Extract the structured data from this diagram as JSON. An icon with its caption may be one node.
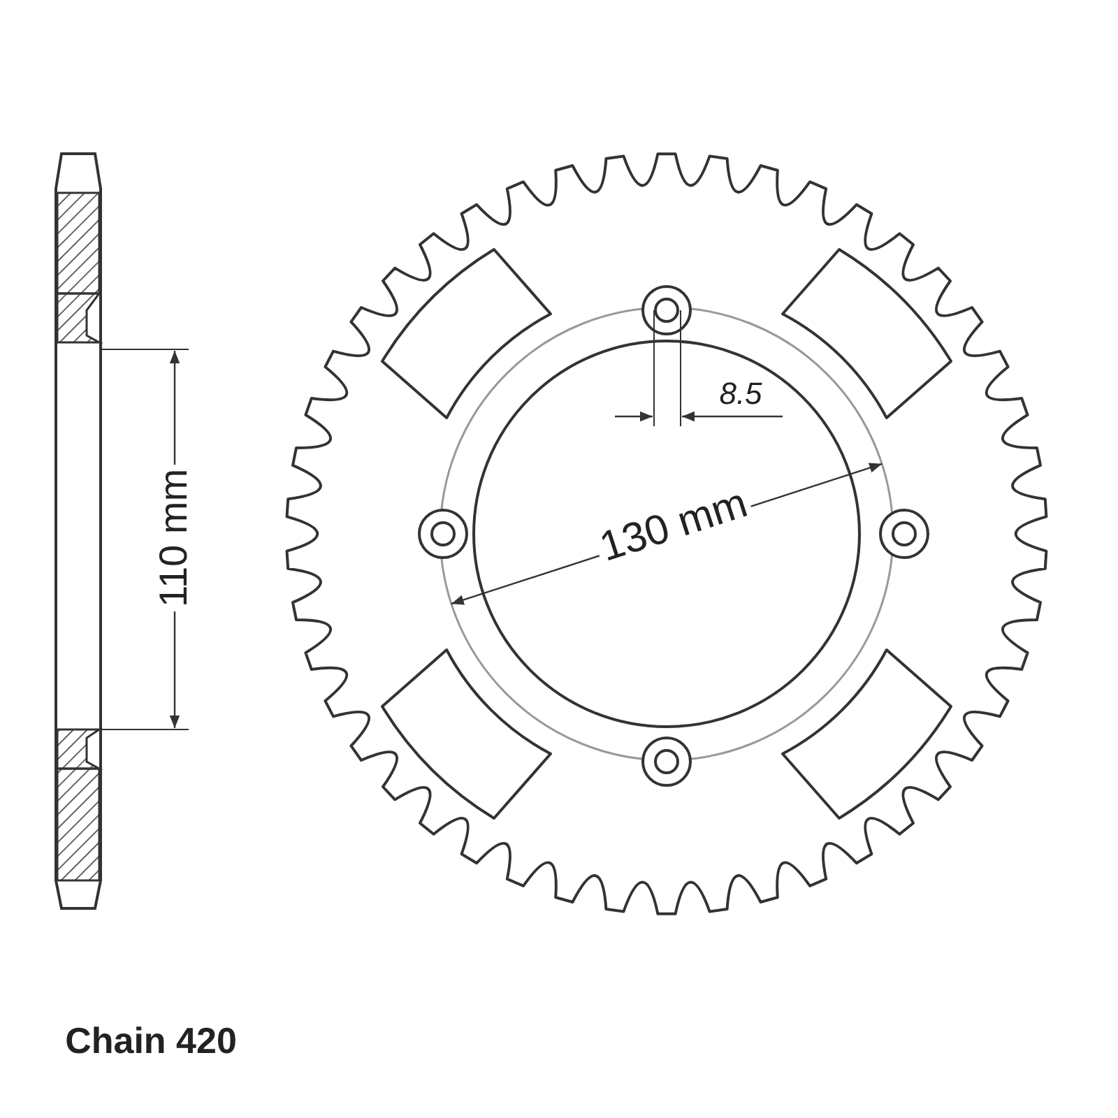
{
  "diagram": {
    "labels": [
      "110 mm",
      "8.5",
      "130 mm",
      "Chain 420"
    ]
  }
}
